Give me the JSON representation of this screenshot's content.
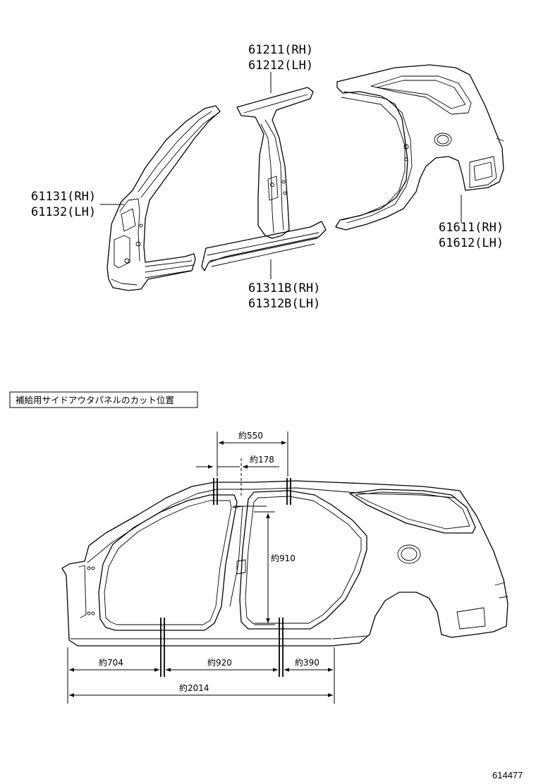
{
  "labels": {
    "p61211": "61211(RH)",
    "p61212": "61212(LH)",
    "p61131": "61131(RH)",
    "p61132": "61132(LH)",
    "p61611": "61611(RH)",
    "p61612": "61612(LH)",
    "p61311b": "61311B(RH)",
    "p61312b": "61312B(LH)"
  },
  "caption": "補給用サイドアウタパネルのカット位置",
  "dimensions": {
    "d550": "約550",
    "d178": "約178",
    "d910": "約910",
    "d704": "約704",
    "d920": "約920",
    "d390": "約390",
    "d2014": "約2014"
  },
  "figure_number": "614477"
}
